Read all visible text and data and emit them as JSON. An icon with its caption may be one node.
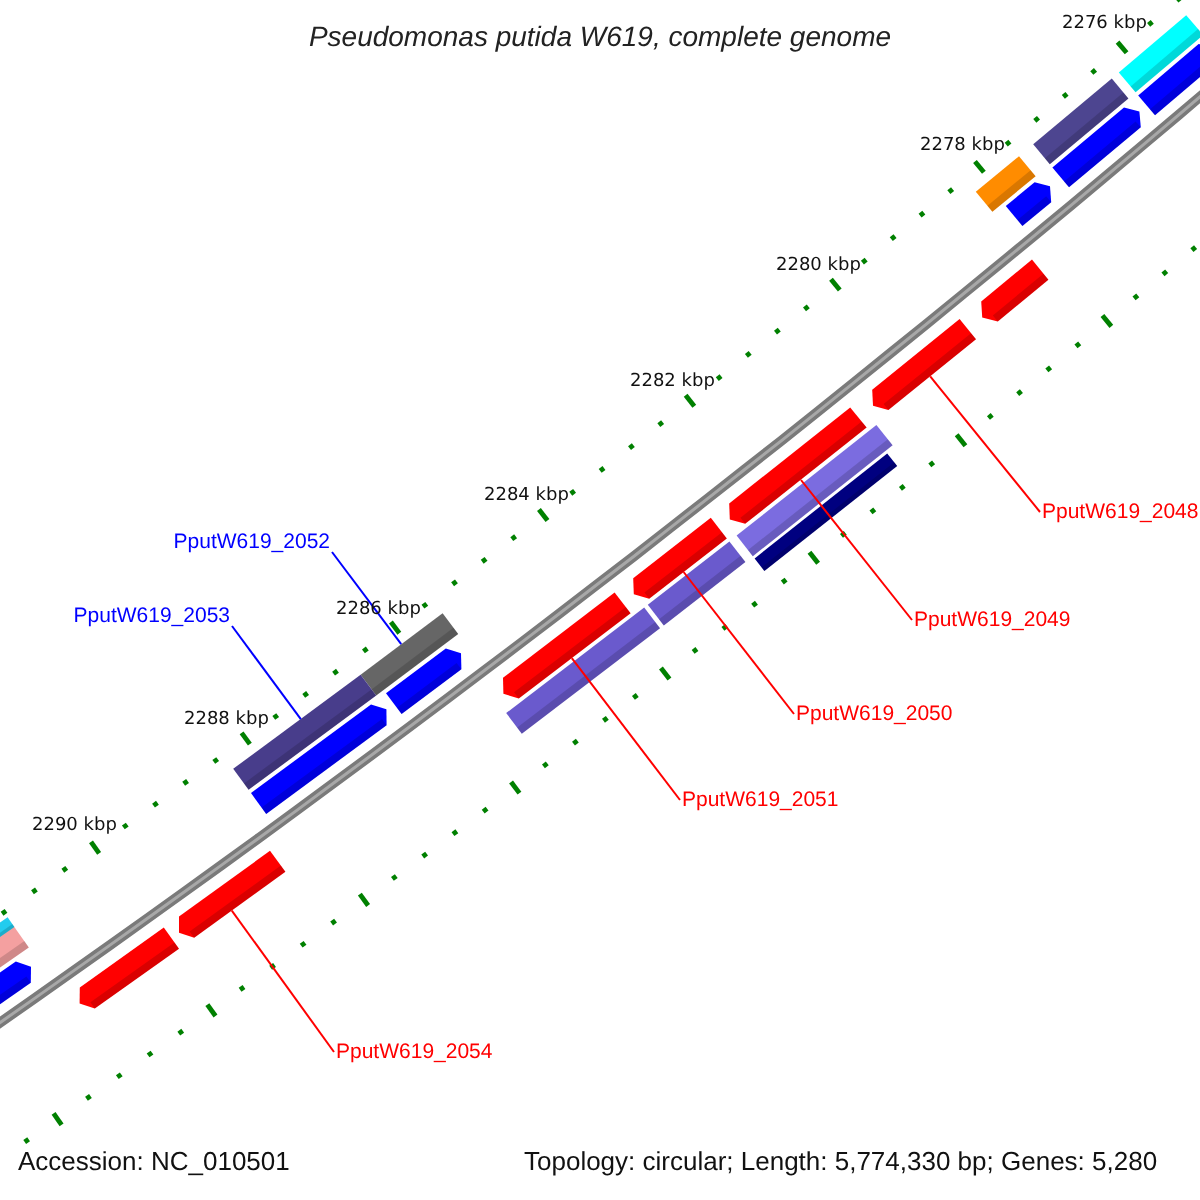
{
  "diagram": {
    "title": "Pseudomonas putida W619, complete genome",
    "nodes": [
      {
        "text": [
          "PputW619_2048"
        ]
      },
      {
        "text": [
          "PputW619_2052"
        ]
      },
      {
        "text": [
          "PputW619_2053"
        ]
      },
      {
        "text": [
          "PputW619_2049"
        ]
      },
      {
        "text": [
          "PputW619_2050"
        ]
      },
      {
        "text": [
          "PputW619_2051"
        ]
      },
      {
        "text": [
          "PputW619_2054"
        ]
      },
      {
        "text": [],
        "shape": "arrow"
      },
      {
        "text": [],
        "shape": "bar"
      },
      {
        "text": [],
        "shape": "bar"
      },
      {
        "text": [],
        "shape": "arrow"
      },
      {
        "text": [],
        "shape": "arrow"
      },
      {
        "text": [],
        "shape": "arrow"
      },
      {
        "text": [],
        "shape": "arrow"
      },
      {
        "text": [],
        "shape": "arrow"
      },
      {
        "text": [],
        "shape": "arrow"
      },
      {
        "text": [],
        "shape": "bar"
      },
      {
        "text": [],
        "shape": "bar"
      },
      {
        "text": [],
        "shape": "bar"
      },
      {
        "text": [],
        "shape": "bar"
      },
      {
        "text": [],
        "shape": "arrow"
      },
      {
        "text": [],
        "shape": "arrow"
      },
      {
        "text": [],
        "shape": "arrow"
      },
      {
        "text": [],
        "shape": "arrow"
      },
      {
        "text": [],
        "shape": "arrow"
      },
      {
        "text": [],
        "shape": "arrow"
      },
      {
        "text": [],
        "shape": "bar"
      },
      {
        "text": [],
        "shape": "bar"
      },
      {
        "text": [],
        "shape": "bar"
      },
      {
        "text": [],
        "shape": "bar"
      },
      {
        "text": [],
        "shape": "bar"
      }
    ],
    "edges": [
      {
        "from": 0,
        "to": 7,
        "arrow": "none"
      },
      {
        "from": 1,
        "to": 8,
        "arrow": "none",
        "color": "#0000ff"
      },
      {
        "from": 2,
        "to": 9,
        "arrow": "none",
        "color": "#0000ff"
      },
      {
        "from": 3,
        "to": 10,
        "arrow": "none"
      },
      {
        "from": 4,
        "to": 11,
        "arrow": "none"
      },
      {
        "from": 5,
        "to": 12,
        "arrow": "none"
      },
      {
        "from": 6,
        "to": 13,
        "arrow": "none"
      }
    ],
    "labels": [
      "2276 kbp",
      "2278 kbp",
      "2280 kbp",
      "2282 kbp",
      "2284 kbp",
      "2286 kbp",
      "2288 kbp",
      "2290 kbp",
      "Accession: NC_010501",
      "Topology: circular; Length: 5,774,330 bp; Genes: 5,280"
    ]
  }
}
